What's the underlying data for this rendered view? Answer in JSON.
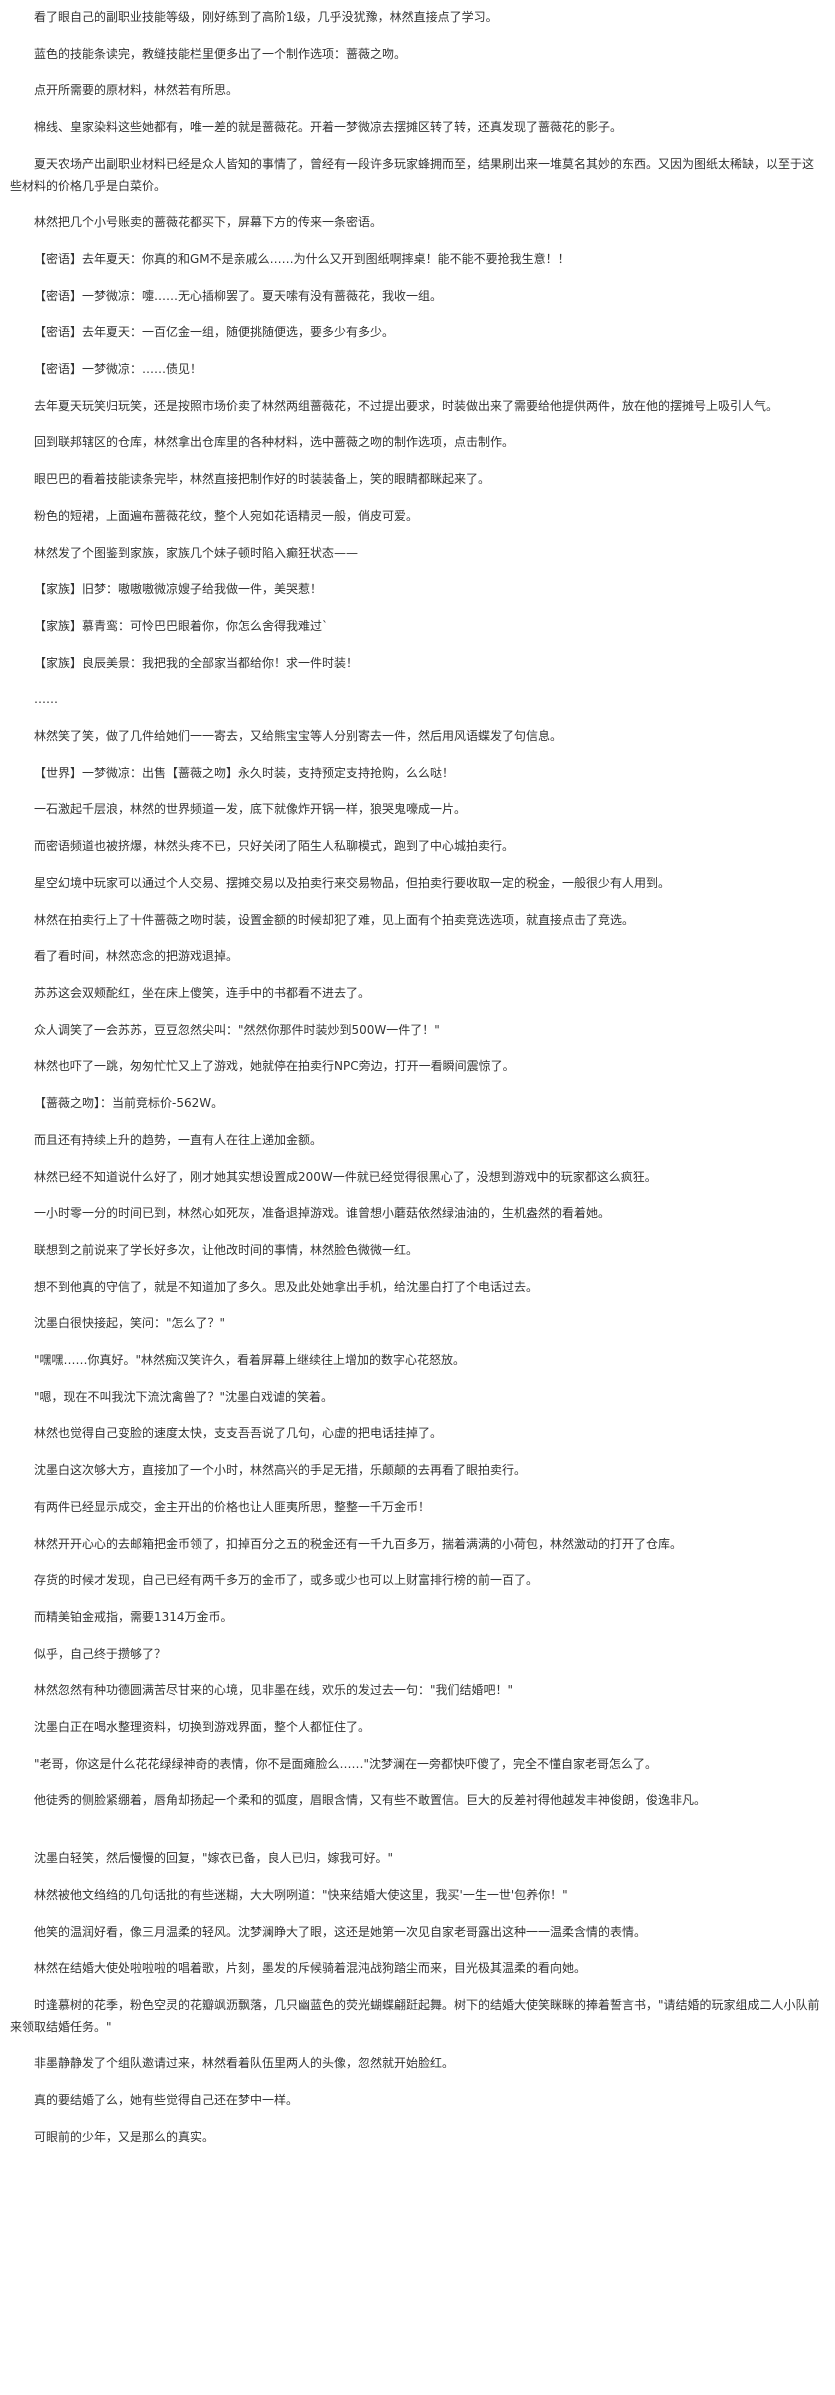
{
  "paragraphs": [
    "看了眼自己的副职业技能等级，刚好练到了高阶1级，几乎没犹豫，林然直接点了学习。",
    "蓝色的技能条读完，教缝技能栏里便多出了一个制作选项：蔷薇之吻。",
    "点开所需要的原材料，林然若有所思。",
    "棉线、皇家染料这些她都有，唯一差的就是蔷薇花。开着一梦微凉去摆摊区转了转，还真发现了蔷薇花的影子。",
    "夏天农场产出副职业材料已经是众人皆知的事情了，曾经有一段许多玩家蜂拥而至，结果刷出来一堆莫名其妙的东西。又因为图纸太稀缺，以至于这些材料的价格几乎是白菜价。",
    "林然把几个小号账卖的蔷薇花都买下，屏幕下方的传来一条密语。",
    "【密语】去年夏天：你真的和GM不是亲戚么……为什么又开到图纸啊摔桌！能不能不要抢我生意！！",
    "【密语】一梦微凉：嚏……无心插柳罢了。夏天嗦有没有蔷薇花，我收一组。",
    "【密语】去年夏天：一百亿金一组，随便挑随便选，要多少有多少。",
    "【密语】一梦微凉：……债见！",
    "去年夏天玩笑归玩笑，还是按照市场价卖了林然两组蔷薇花，不过提出要求，时装做出来了需要给他提供两件，放在他的摆摊号上吸引人气。",
    "回到联邦辖区的仓库，林然拿出仓库里的各种材料，选中蔷薇之吻的制作选项，点击制作。",
    "眼巴巴的看着技能读条完毕，林然直接把制作好的时装装备上，笑的眼睛都眯起来了。",
    "粉色的短裙，上面遍布蔷薇花纹，整个人宛如花语精灵一般，俏皮可爱。",
    "林然发了个图鉴到家族，家族几个妹子顿时陷入癫狂状态——",
    "【家族】旧梦：嗷嗷嗷微凉嫂子给我做一件，美哭惹！",
    "【家族】慕青鸾：可怜巴巴眼着你，你怎么舍得我难过`",
    "【家族】良辰美景：我把我的全部家当都给你！求一件时装！",
    "……",
    "林然笑了笑，做了几件给她们一一寄去，又给熊宝宝等人分别寄去一件，然后用风语蝶发了句信息。",
    "【世界】一梦微凉：出售【蔷薇之吻】永久时装，支持预定支持抢购，么么哒！",
    "一石激起千层浪，林然的世界频道一发，底下就像炸开锅一样，狼哭鬼嚎成一片。",
    "而密语频道也被挤爆，林然头疼不已，只好关闭了陌生人私聊模式，跑到了中心城拍卖行。",
    "星空幻境中玩家可以通过个人交易、摆摊交易以及拍卖行来交易物品，但拍卖行要收取一定的税金，一般很少有人用到。",
    "林然在拍卖行上了十件蔷薇之吻时装，设置金额的时候却犯了难，见上面有个拍卖竞选选项，就直接点击了竞选。",
    "看了看时间，林然恋念的把游戏退掉。",
    "苏苏这会双颊酡红，坐在床上傻笑，连手中的书都看不进去了。",
    "众人调笑了一会苏苏，豆豆忽然尖叫：\"然然你那件时装炒到500W一件了！\"",
    "林然也吓了一跳，匆匆忙忙又上了游戏，她就停在拍卖行NPC旁边，打开一看瞬间震惊了。",
    "【蔷薇之吻】：当前竞标价-562W。",
    "而且还有持续上升的趋势，一直有人在往上递加金额。",
    "林然已经不知道说什么好了，刚才她其实想设置成200W一件就已经觉得很黑心了，没想到游戏中的玩家都这么疯狂。",
    "一小时零一分的时间已到，林然心如死灰，准备退掉游戏。谁曾想小蘑菇依然绿油油的，生机盎然的看着她。",
    "联想到之前说来了学长好多次，让他改时间的事情，林然脸色微微一红。",
    "想不到他真的守信了，就是不知道加了多久。思及此处她拿出手机，给沈墨白打了个电话过去。",
    "沈墨白很快接起，笑问：\"怎么了？\"",
    "\"嘿嘿……你真好。\"林然痴汉笑许久，看着屏幕上继续往上增加的数字心花怒放。",
    "\"嗯，现在不叫我沈下流沈禽兽了？\"沈墨白戏谑的笑着。",
    "林然也觉得自己变脸的速度太快，支支吾吾说了几句，心虚的把电话挂掉了。",
    "沈墨白这次够大方，直接加了一个小时，林然高兴的手足无措，乐颠颠的去再看了眼拍卖行。",
    "有两件已经显示成交，金主开出的价格也让人匪夷所思，整整一千万金币！",
    "林然开开心心的去邮箱把金币领了，扣掉百分之五的税金还有一千九百多万，揣着满满的小荷包，林然激动的打开了仓库。",
    "存货的时候才发现，自己已经有两千多万的金币了，或多或少也可以上财富排行榜的前一百了。",
    "而精美铂金戒指，需要1314万金币。",
    "似乎，自己终于攒够了？",
    "林然忽然有种功德圆满苦尽甘来的心境，见非墨在线，欢乐的发过去一句：\"我们结婚吧！\"",
    "沈墨白正在喝水整理资料，切换到游戏界面，整个人都怔住了。",
    "\"老哥，你这是什么花花绿绿神奇的表情，你不是面瘫脸么……\"沈梦澜在一旁都快吓傻了，完全不懂自家老哥怎么了。",
    "他徒秀的侧脸紧绷着，唇角却扬起一个柔和的弧度，眉眼含情，又有些不敢置信。巨大的反差衬得他越发丰神俊朗，俊逸非凡。",
    "沈墨白轻笑，然后慢慢的回复，\"嫁衣已备，良人已归，嫁我可好。\"",
    "林然被他文绉绉的几句话批的有些迷糊，大大咧咧道：\"快来结婚大使这里，我买'一生一世'包养你！\"",
    "他笑的温润好看，像三月温柔的轻风。沈梦澜睁大了眼，这还是她第一次见自家老哥露出这种一一温柔含情的表情。",
    "林然在结婚大使处啦啦啦的唱着歌，片刻，墨发的斥候骑着混沌战狗踏尘而来，目光极其温柔的看向她。",
    "时逢慕树的花季，粉色空灵的花瓣飒沥飘落，几只幽蓝色的荧光蝴蝶翩跹起舞。树下的结婚大使笑眯眯的捧着誓言书，\"请结婚的玩家组成二人小队前来领取结婚任务。\"",
    "非墨静静发了个组队邀请过来，林然看着队伍里两人的头像，忽然就开始脸红。",
    "真的要结婚了么，她有些觉得自己还在梦中一样。",
    "可眼前的少年，又是那么的真实。"
  ]
}
